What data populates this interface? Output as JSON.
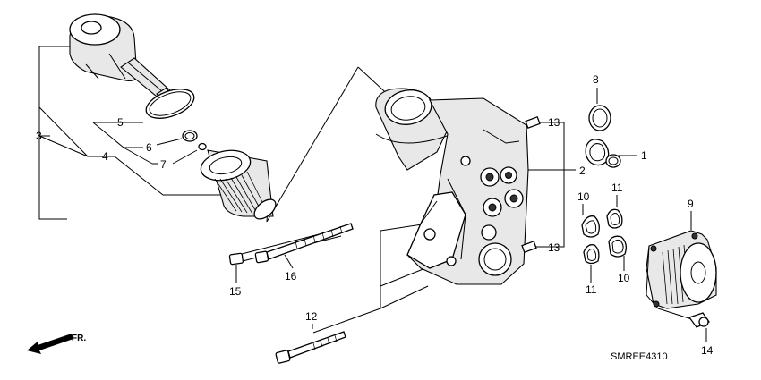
{
  "diagram_code": "SMREE4310",
  "direction_label": "FR.",
  "callouts": {
    "c1": "1",
    "c2": "2",
    "c3": "3",
    "c4": "4",
    "c5": "5",
    "c6": "6",
    "c7": "7",
    "c8": "8",
    "c9": "9",
    "c10a": "10",
    "c10b": "10",
    "c11a": "11",
    "c11b": "11",
    "c12": "12",
    "c13a": "13",
    "c13b": "13",
    "c14": "14",
    "c15": "15",
    "c16": "16"
  }
}
